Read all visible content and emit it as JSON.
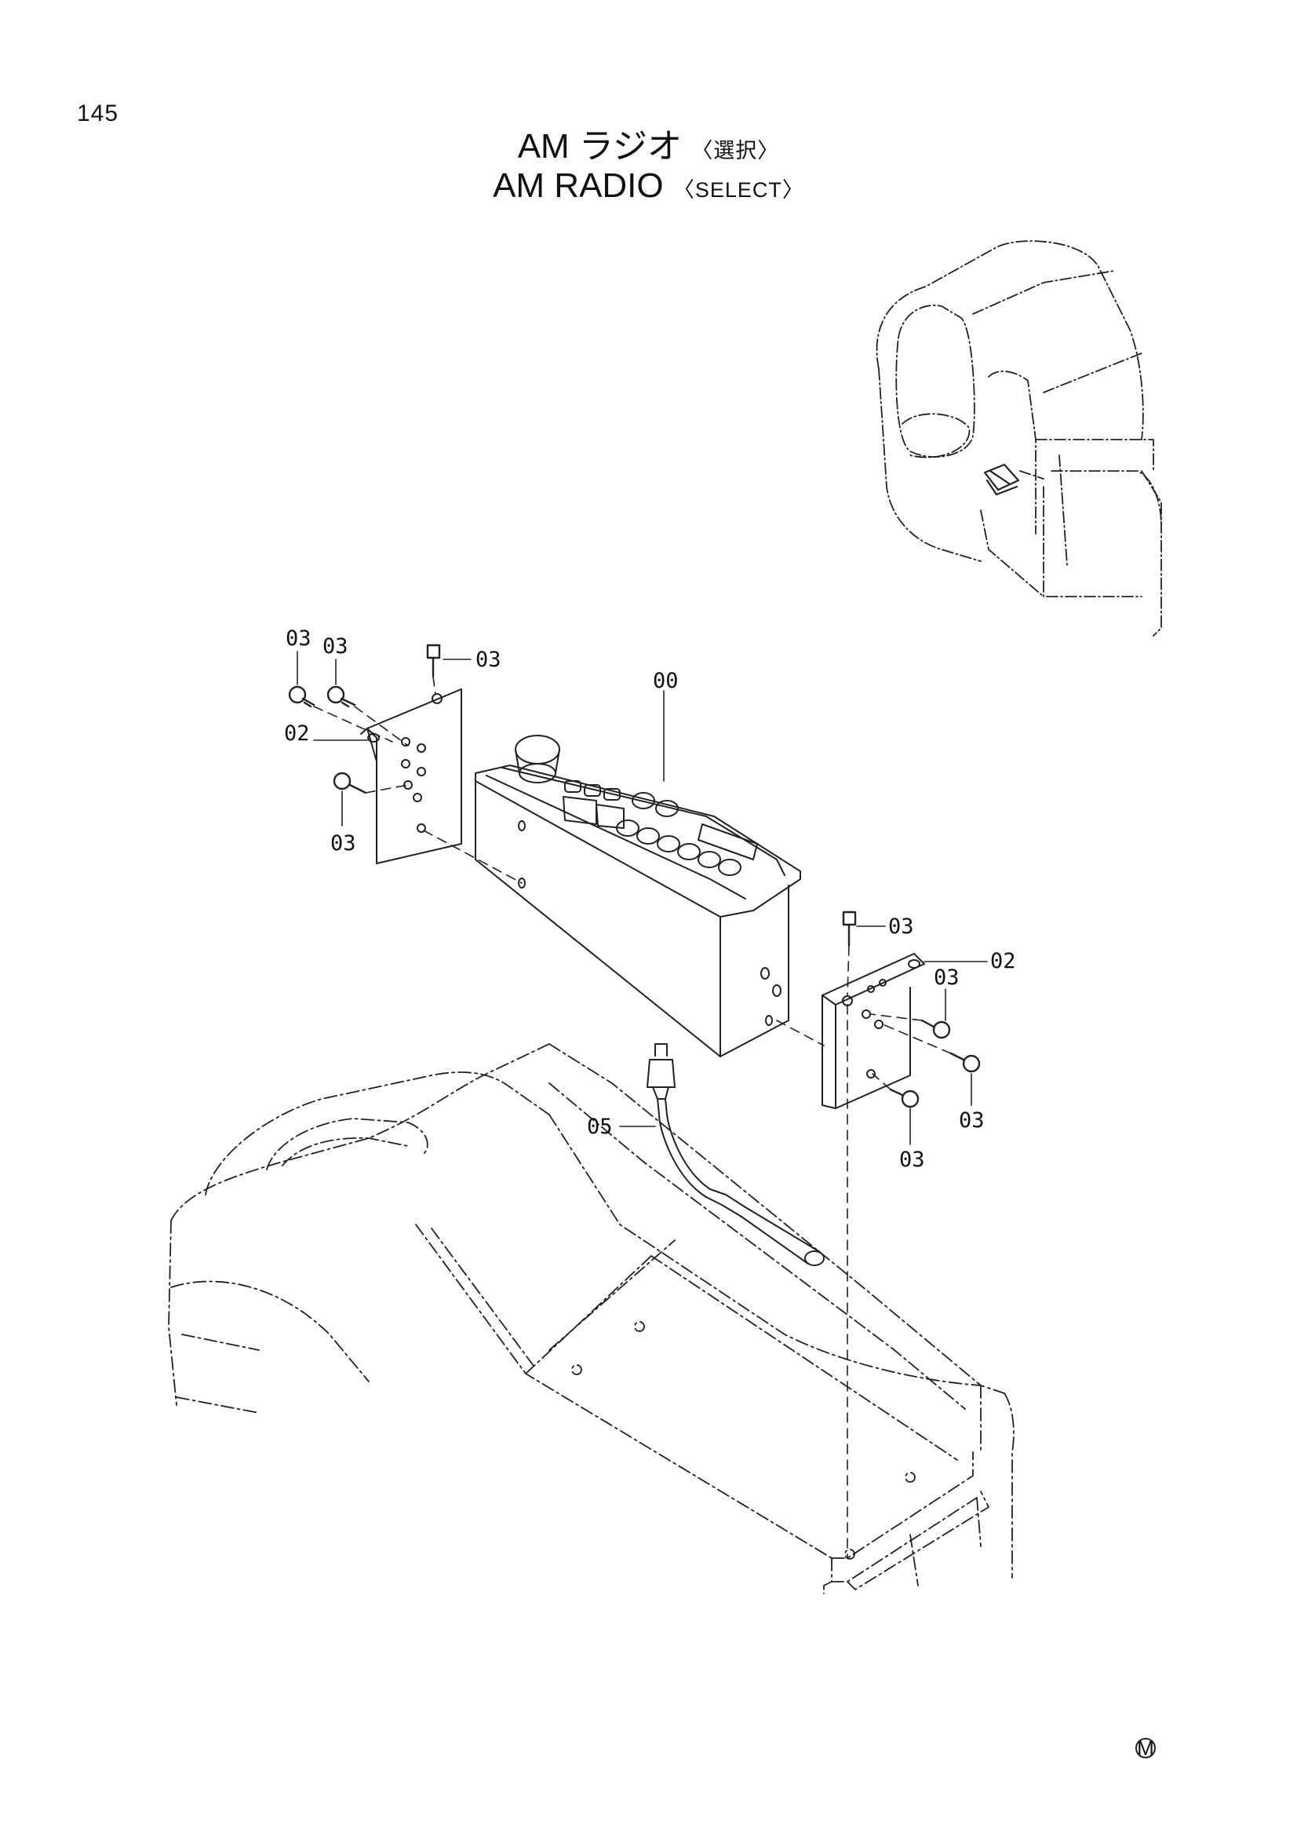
{
  "page_number": "145",
  "title_jp": {
    "main": "AM ラジオ",
    "sub": "〈選択〉"
  },
  "title_en": {
    "main": "AM  RADIO",
    "sub": "〈SELECT〉"
  },
  "callouts": {
    "radio": "00",
    "bracket_left": "02",
    "bracket_right": "02",
    "screw_a": "03",
    "screw_b": "03",
    "screw_c": "03",
    "screw_d": "03",
    "screw_e": "03",
    "screw_f": "03",
    "screw_g": "03",
    "screw_h": "03",
    "antenna_cable": "05"
  },
  "footer_mark": "M"
}
